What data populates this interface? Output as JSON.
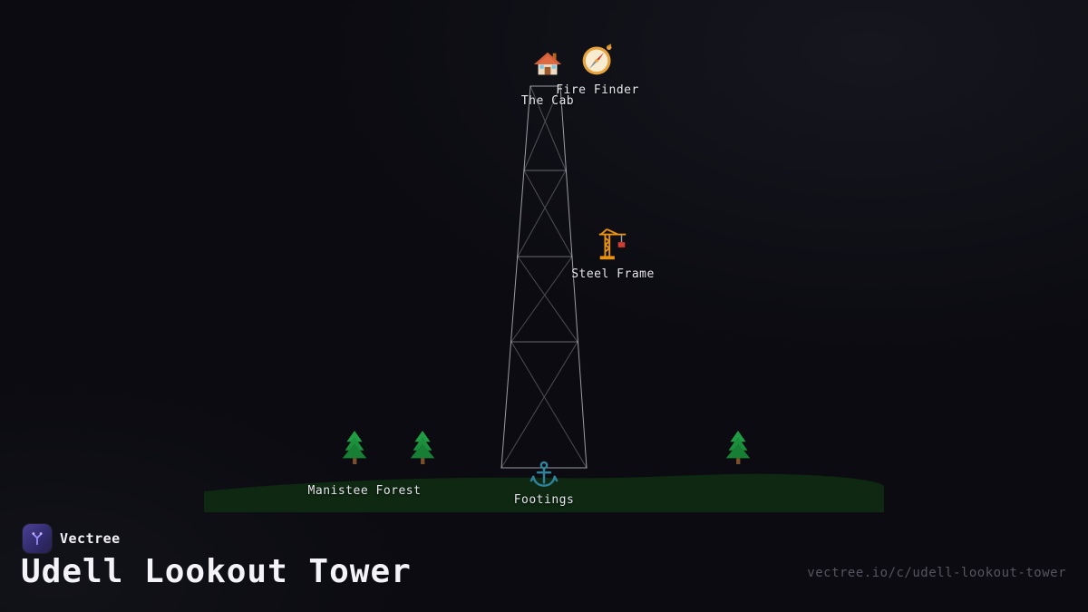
{
  "diagram": {
    "nodes": [
      {
        "id": "the-cab",
        "label": "The Cab",
        "icon": "house-icon"
      },
      {
        "id": "fire-finder",
        "label": "Fire Finder",
        "icon": "compass-icon"
      },
      {
        "id": "steel-frame",
        "label": "Steel Frame",
        "icon": "crane-icon"
      },
      {
        "id": "manistee-forest",
        "label": "Manistee Forest",
        "icon": "tree-icon"
      },
      {
        "id": "footings",
        "label": "Footings",
        "icon": "anchor-icon"
      }
    ]
  },
  "footer": {
    "brand": "Vectree",
    "title": "Udell Lookout Tower",
    "url": "vectree.io/c/udell-lookout-tower"
  },
  "colors": {
    "background": "#0b0b11",
    "ground": "#0e2811",
    "tower_line": "#d8d8e0",
    "accent": "#8b7cf8",
    "anchor": "#2e8299"
  }
}
